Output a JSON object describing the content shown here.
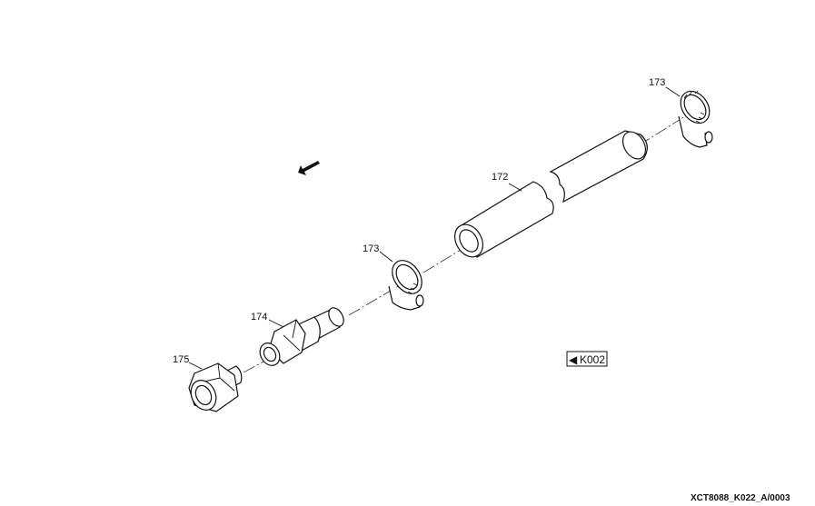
{
  "diagram": {
    "labels": {
      "clamp_right": "173",
      "hose": "172",
      "clamp_left": "173",
      "connector": "174",
      "nut": "175"
    },
    "reference_tag": "K002",
    "reference_marker": "◀",
    "footer_id": "XCT8088_K022_A/0003"
  },
  "colors": {
    "line": "#111111",
    "background": "#ffffff"
  }
}
